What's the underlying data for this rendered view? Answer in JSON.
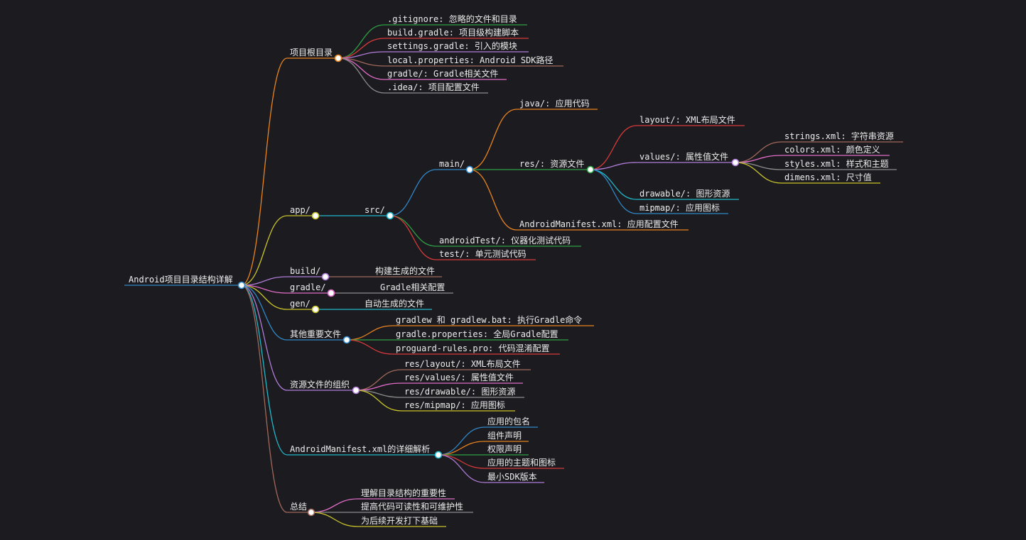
{
  "mindmap": {
    "root": "Android项目目录结构详解",
    "palette": {
      "orange": "#e8831e",
      "green": "#2ea043",
      "red": "#d73a3a",
      "purple": "#b07cd8",
      "pink": "#e06cc8",
      "gray": "#8b8b8b",
      "yellow": "#c8c42a",
      "cyan": "#20b8c8",
      "blue": "#2f88c8",
      "brown": "#a0685a",
      "white": "#ffffff"
    },
    "nodes": [
      {
        "id": "root",
        "label": "Android项目目录结构详解"
      },
      {
        "id": "proj",
        "label": "项目根目录",
        "parent": "root"
      },
      {
        "id": "p1",
        "label": ".gitignore: 忽略的文件和目录",
        "parent": "proj"
      },
      {
        "id": "p2",
        "label": "build.gradle: 项目级构建脚本",
        "parent": "proj"
      },
      {
        "id": "p3",
        "label": "settings.gradle: 引入的模块",
        "parent": "proj"
      },
      {
        "id": "p4",
        "label": "local.properties: Android SDK路径",
        "parent": "proj"
      },
      {
        "id": "p5",
        "label": "gradle/: Gradle相关文件",
        "parent": "proj"
      },
      {
        "id": "p6",
        "label": ".idea/: 项目配置文件",
        "parent": "proj"
      },
      {
        "id": "app",
        "label": "app/",
        "parent": "root"
      },
      {
        "id": "src",
        "label": "src/",
        "parent": "app"
      },
      {
        "id": "main",
        "label": "main/",
        "parent": "src"
      },
      {
        "id": "java",
        "label": "java/: 应用代码",
        "parent": "main"
      },
      {
        "id": "res",
        "label": "res/: 资源文件",
        "parent": "main"
      },
      {
        "id": "layout",
        "label": "layout/: XML布局文件",
        "parent": "res"
      },
      {
        "id": "values",
        "label": "values/: 属性值文件",
        "parent": "res"
      },
      {
        "id": "v1",
        "label": "strings.xml: 字符串资源",
        "parent": "values"
      },
      {
        "id": "v2",
        "label": "colors.xml: 颜色定义",
        "parent": "values"
      },
      {
        "id": "v3",
        "label": "styles.xml: 样式和主题",
        "parent": "values"
      },
      {
        "id": "v4",
        "label": "dimens.xml: 尺寸值",
        "parent": "values"
      },
      {
        "id": "drawable",
        "label": "drawable/: 图形资源",
        "parent": "res"
      },
      {
        "id": "mipmap",
        "label": "mipmap/: 应用图标",
        "parent": "res"
      },
      {
        "id": "manifest",
        "label": "AndroidManifest.xml: 应用配置文件",
        "parent": "main"
      },
      {
        "id": "atest",
        "label": "androidTest/: 仪器化测试代码",
        "parent": "src"
      },
      {
        "id": "test",
        "label": "test/: 单元测试代码",
        "parent": "src"
      },
      {
        "id": "build",
        "label": "build/",
        "parent": "root"
      },
      {
        "id": "build1",
        "label": "构建生成的文件",
        "parent": "build"
      },
      {
        "id": "gradle",
        "label": "gradle/",
        "parent": "root"
      },
      {
        "id": "gradle1",
        "label": "Gradle相关配置",
        "parent": "gradle"
      },
      {
        "id": "gen",
        "label": "gen/",
        "parent": "root"
      },
      {
        "id": "gen1",
        "label": "自动生成的文件",
        "parent": "gen"
      },
      {
        "id": "other",
        "label": "其他重要文件",
        "parent": "root"
      },
      {
        "id": "o1",
        "label": "gradlew 和 gradlew.bat: 执行Gradle命令",
        "parent": "other"
      },
      {
        "id": "o2",
        "label": "gradle.properties: 全局Gradle配置",
        "parent": "other"
      },
      {
        "id": "o3",
        "label": "proguard-rules.pro: 代码混淆配置",
        "parent": "other"
      },
      {
        "id": "resorg",
        "label": "资源文件的组织",
        "parent": "root"
      },
      {
        "id": "r1",
        "label": "res/layout/: XML布局文件",
        "parent": "resorg"
      },
      {
        "id": "r2",
        "label": "res/values/: 属性值文件",
        "parent": "resorg"
      },
      {
        "id": "r3",
        "label": "res/drawable/: 图形资源",
        "parent": "resorg"
      },
      {
        "id": "r4",
        "label": "res/mipmap/: 应用图标",
        "parent": "resorg"
      },
      {
        "id": "am",
        "label": "AndroidManifest.xml的详细解析",
        "parent": "root"
      },
      {
        "id": "am1",
        "label": "应用的包名",
        "parent": "am"
      },
      {
        "id": "am2",
        "label": "组件声明",
        "parent": "am"
      },
      {
        "id": "am3",
        "label": "权限声明",
        "parent": "am"
      },
      {
        "id": "am4",
        "label": "应用的主题和图标",
        "parent": "am"
      },
      {
        "id": "am5",
        "label": "最小SDK版本",
        "parent": "am"
      },
      {
        "id": "sum",
        "label": "总结",
        "parent": "root"
      },
      {
        "id": "s1",
        "label": "理解目录结构的重要性",
        "parent": "sum"
      },
      {
        "id": "s2",
        "label": "提高代码可读性和可维护性",
        "parent": "sum"
      },
      {
        "id": "s3",
        "label": "为后续开发打下基础",
        "parent": "sum"
      }
    ]
  }
}
